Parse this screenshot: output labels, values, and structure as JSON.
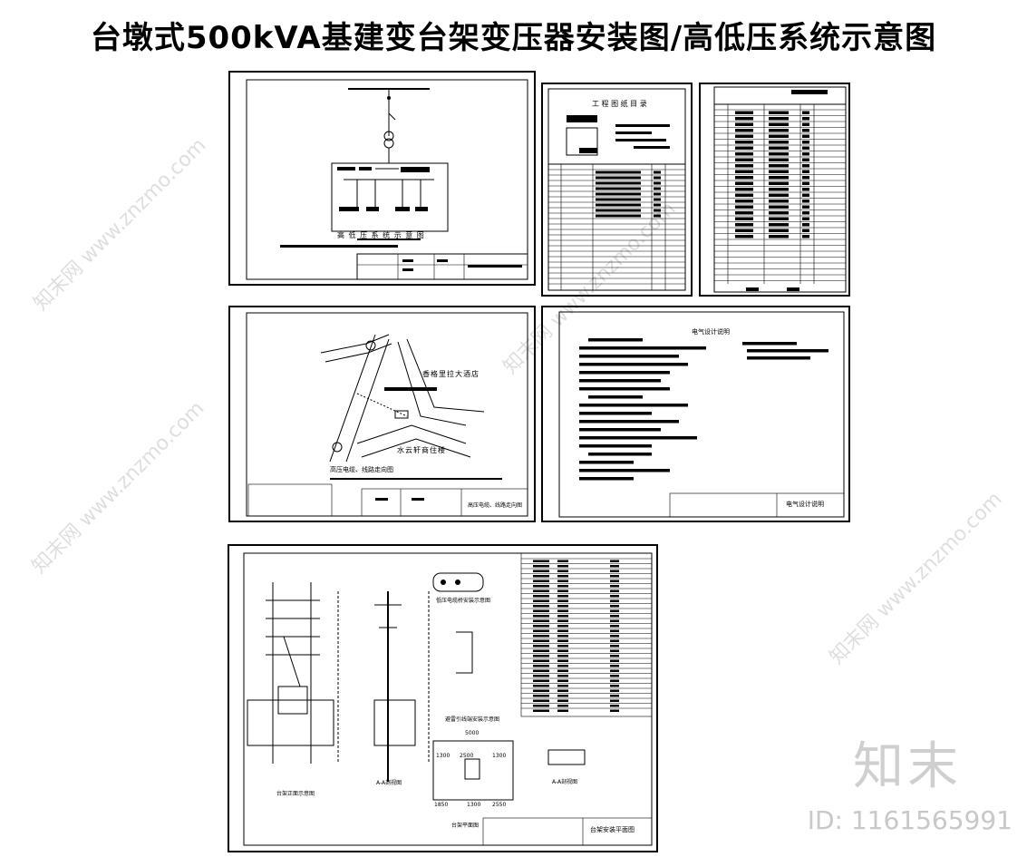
{
  "page_title": "台墩式500kVA基建变台架变压器安装图/高低压系统示意图",
  "sheets": {
    "s1": {
      "caption": "高 低 压 系 统 示 意 图"
    },
    "s2": {
      "heading": "工 程 图 纸 目 录"
    },
    "s4": {
      "road_label_1": "香格里拉大酒店",
      "road_label_2": "水云轩商住楼",
      "caption": "高压电缆、线路走向图",
      "titleblock": "高压电缆、线路走向图"
    },
    "s5": {
      "heading": "电气设计说明",
      "titleblock": "电气设计说明"
    },
    "s6": {
      "cap_front": "台架正面示意图",
      "cap_side": "A-A剖视图",
      "cap_top": "台架平面图",
      "cap_detail1": "低压电缆桥安装示意图",
      "cap_detail2": "避雷引线端安装示意图",
      "cap_aa": "A-A剖视图",
      "titleblock": "台架安装平面图",
      "dim_total": "5000",
      "dim_a": "1300",
      "dim_b": "2500",
      "dim_c": "1300",
      "dim_d": "1850",
      "dim_e": "1300",
      "dim_f": "2550"
    }
  },
  "watermark": "知末网 www.znzmo.com",
  "brand_logo": "知末",
  "id_label": "ID: 1161565991"
}
